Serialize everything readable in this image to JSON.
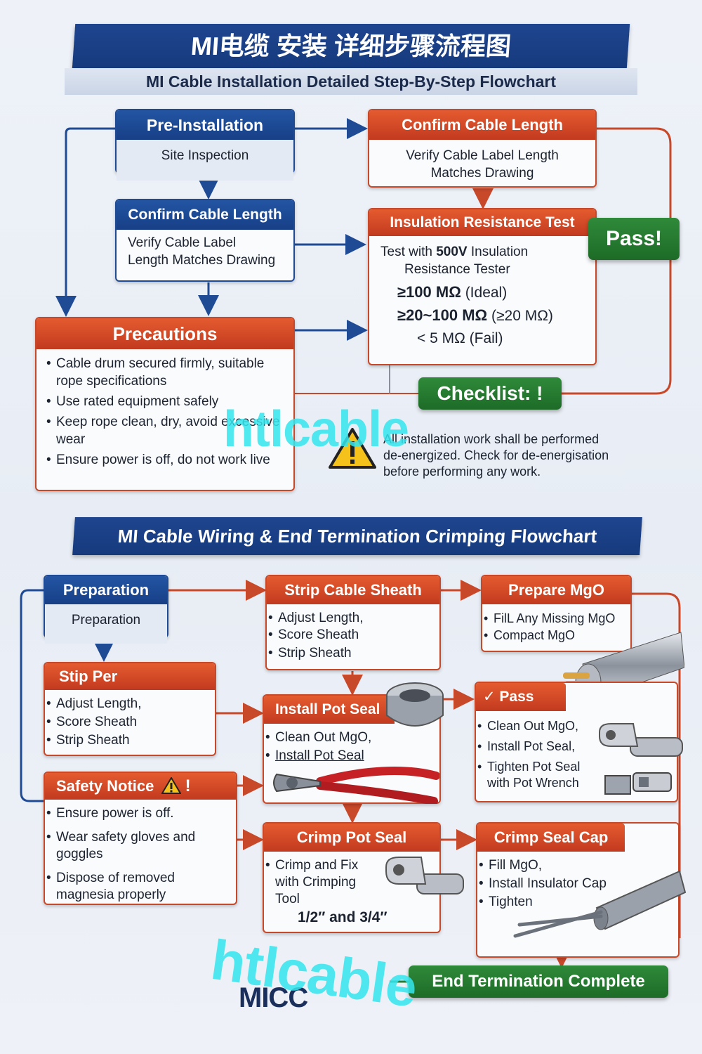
{
  "title_cn": "MI电缆 安装 详细步骤流程图",
  "title_en": "MI Cable Installation Detailed Step-By-Step  Flowchart",
  "section2_title": "MI Cable Wiring & End Termination Crimping Flowchart",
  "pre_install": {
    "title": "Pre-Installation",
    "body": "Site Inspection"
  },
  "confirm_left": {
    "title": "Confirm Cable Length",
    "line1": "Verify Cable Label",
    "line2": "Length Matches Drawing"
  },
  "confirm_right": {
    "title": "Confirm Cable Length",
    "line1": "Verify Cable Label Length",
    "line2": "Matches Drawing"
  },
  "insulation": {
    "title": "Insulation Resistance Test",
    "line1": "Test with ",
    "line1_bold": "500V",
    "line1_rest": " Insulation",
    "line2": "Resistance Tester",
    "v1": "≥100 MΩ",
    "v1_note": " (Ideal)",
    "v2": "≥20~100 MΩ",
    "v2_note": " (≥20 MΩ)",
    "v3": "< 5 MΩ",
    "v3_note": " (Fail)"
  },
  "pass_badge": "Pass!",
  "checklist_badge": "Checklist: !",
  "precautions": {
    "title": "Precautions",
    "items": [
      "Cable drum secured firmly, suitable rope specifications",
      "Use rated equipment safely",
      "Keep rope clean, dry, avoid excessive wear",
      "Ensure power is off, do not work live"
    ]
  },
  "warning_text": {
    "l1": "All installation work shall be performed",
    "l2": "de-energized. Check for de-energisation",
    "l3": "before performing any work."
  },
  "preparation": {
    "title": "Preparation",
    "body": "Preparation"
  },
  "strip_sheath": {
    "title": "Strip Cable Sheath",
    "items": [
      "Adjust Length,",
      "Score Sheath",
      "Strip Sheath"
    ]
  },
  "prepare_mgo": {
    "title": "Prepare MgO",
    "items": [
      "FilL Any Missing MgO",
      "Compact MgO"
    ]
  },
  "stip_per": {
    "title": "Stip Per",
    "items": [
      "Adjust Length,",
      "Score Sheath",
      "Strip Sheath"
    ]
  },
  "install_pot": {
    "title": "Install Pot Seal",
    "items": [
      "Clean Out MgO,",
      "Install Pot Seal"
    ]
  },
  "pass_box": {
    "title": "✓ Pass",
    "items": [
      "Clean Out MgO,",
      "Install Pot Seal,",
      "Tighten Pot Seal with Pot Wrench"
    ]
  },
  "safety": {
    "title": "Safety Notice",
    "items": [
      "Ensure power is off.",
      "Wear safety gloves and goggles",
      "Dispose of removed magnesia properly"
    ]
  },
  "crimp_pot": {
    "title": "Crimp Pot Seal",
    "items": [
      "Crimp and Fix with Crimping Tool"
    ],
    "sizes": "1/2″  and 3/4″"
  },
  "crimp_cap": {
    "title": "Crimp Seal Cap",
    "items": [
      "Fill MgO,",
      "Install Insulator Cap",
      "Tighten"
    ]
  },
  "end_complete": "End Termination Complete",
  "logo": "MICC",
  "watermark": "htlcable",
  "colors": {
    "blue": "#1f4a94",
    "red": "#c8482a",
    "green": "#2b7d35",
    "arrow_blue": "#1f4a94",
    "arrow_red": "#c8482a"
  }
}
